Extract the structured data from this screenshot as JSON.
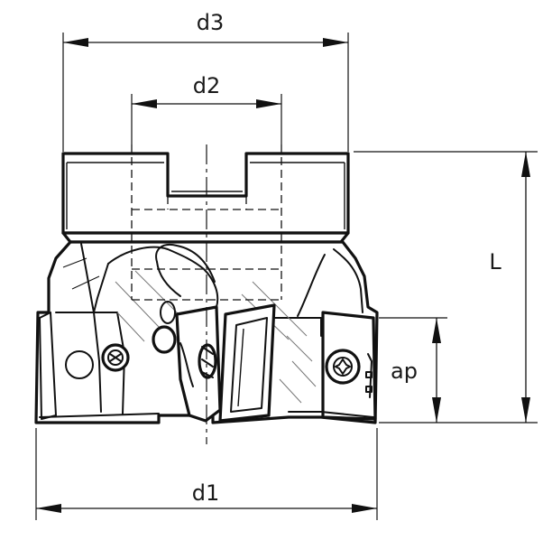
{
  "dimensions": {
    "d3": "d3",
    "d2": "d2",
    "L": "L",
    "ap": "ap",
    "d1": "d1"
  }
}
